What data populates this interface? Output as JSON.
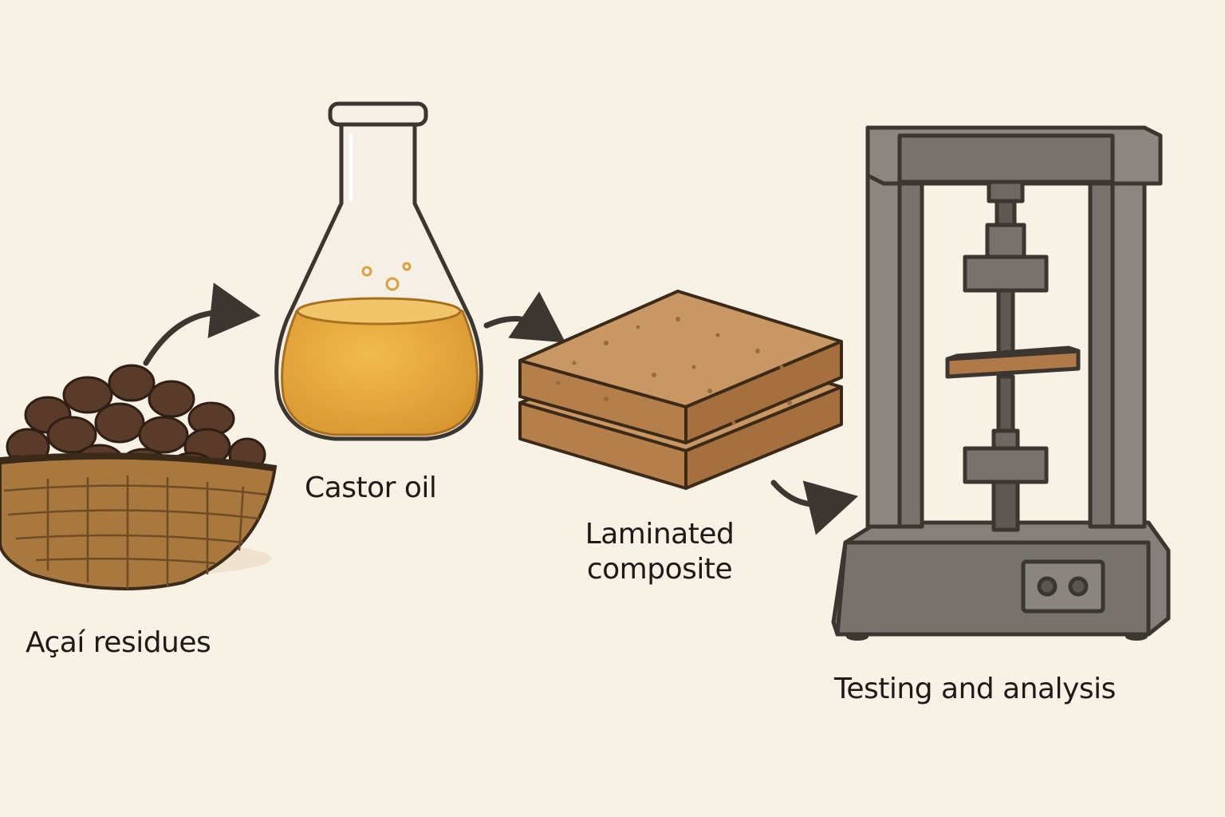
{
  "diagram": {
    "steps": [
      {
        "id": "acai",
        "label": "Açaí residues"
      },
      {
        "id": "castor",
        "label": "Castor oil"
      },
      {
        "id": "laminated",
        "label_line1": "Laminated",
        "label_line2": "composite"
      },
      {
        "id": "testing",
        "label": "Testing and analysis"
      }
    ],
    "colors": {
      "background": "#f8f1e6",
      "outline": "#3b3630",
      "oil": "#e2a23c",
      "composite": "#bf8c58",
      "berries": "#5a3a28",
      "basket": "#a8783f",
      "machine": "#86807a"
    },
    "icons": [
      "basket-of-berries-icon",
      "erlenmeyer-flask-icon",
      "composite-board-icon",
      "testing-machine-icon",
      "arrow-icon"
    ]
  }
}
